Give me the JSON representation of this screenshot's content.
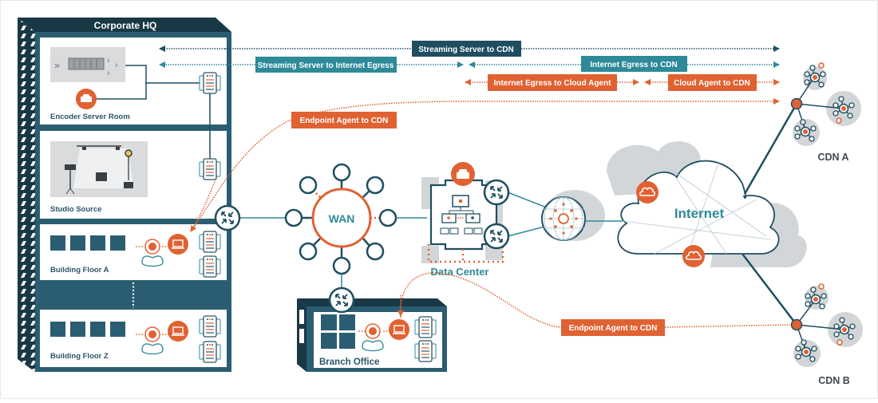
{
  "diagram": {
    "colors": {
      "navy": "#1f4e61",
      "teal": "#2e8a99",
      "orange": "#e06232",
      "gray": "#d3d6d8",
      "dark": "#183846"
    },
    "corporate_hq": {
      "title": "Corporate HQ",
      "rooms": [
        {
          "label": "Encoder Server Room"
        },
        {
          "label": "Studio Source"
        },
        {
          "label": "Building Floor A"
        },
        {
          "label": "Building Floor Z"
        }
      ]
    },
    "branch_office": {
      "title": "Branch Office"
    },
    "wan": {
      "label": "WAN"
    },
    "data_center": {
      "label": "Data Center"
    },
    "internet": {
      "label": "Internet"
    },
    "cdns": [
      {
        "label": "CDN A"
      },
      {
        "label": "CDN B"
      }
    ],
    "paths": [
      {
        "label": "Streaming Server to CDN",
        "style": "navy"
      },
      {
        "label": "Streaming Server to Internet Egress",
        "style": "teal"
      },
      {
        "label": "Internet Egress to CDN",
        "style": "teal"
      },
      {
        "label": "Internet Egress to Cloud Agent",
        "style": "orange"
      },
      {
        "label": "Cloud Agent to CDN",
        "style": "orange"
      },
      {
        "label": "Endpoint Agent to CDN",
        "style": "orange"
      },
      {
        "label": "Endpoint Agent to CDN",
        "style": "orange"
      }
    ]
  }
}
